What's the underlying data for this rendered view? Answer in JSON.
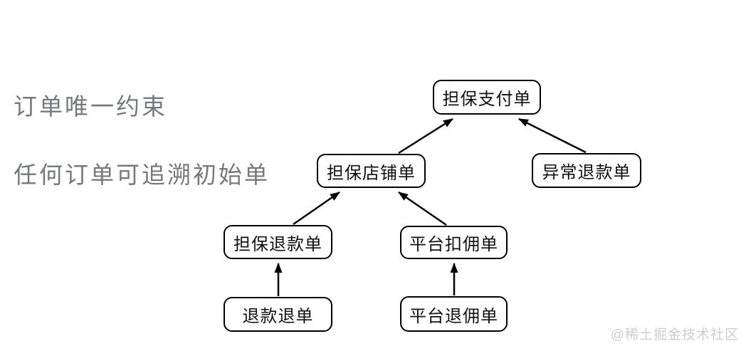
{
  "annotations": {
    "line1": "订单唯一约束",
    "line2": "任何订单可追溯初始单"
  },
  "diagram": {
    "nodes": [
      {
        "id": "guarantee-payment-order",
        "label": "担保支付单"
      },
      {
        "id": "guarantee-shop-order",
        "label": "担保店铺单"
      },
      {
        "id": "abnormal-refund-order",
        "label": "异常退款单"
      },
      {
        "id": "guarantee-refund-order",
        "label": "担保退款单"
      },
      {
        "id": "platform-commission-deduction-order",
        "label": "平台扣佣单"
      },
      {
        "id": "refund-chargeback-order",
        "label": "退款退单"
      },
      {
        "id": "platform-commission-refund-order",
        "label": "平台退佣单"
      }
    ],
    "edges": [
      {
        "from": "guarantee-shop-order",
        "to": "guarantee-payment-order"
      },
      {
        "from": "abnormal-refund-order",
        "to": "guarantee-payment-order"
      },
      {
        "from": "guarantee-refund-order",
        "to": "guarantee-shop-order"
      },
      {
        "from": "platform-commission-deduction-order",
        "to": "guarantee-shop-order"
      },
      {
        "from": "refund-chargeback-order",
        "to": "guarantee-refund-order"
      },
      {
        "from": "platform-commission-refund-order",
        "to": "platform-commission-deduction-order"
      }
    ]
  },
  "watermark": "@稀土掘金技术社区",
  "colors": {
    "background": "#ffffff",
    "annotation_text": "#76797c",
    "node_border": "#000000",
    "node_fill": "#ffffff",
    "node_text": "#111111",
    "arrow": "#000000",
    "watermark_text": "#cdcdcd"
  }
}
